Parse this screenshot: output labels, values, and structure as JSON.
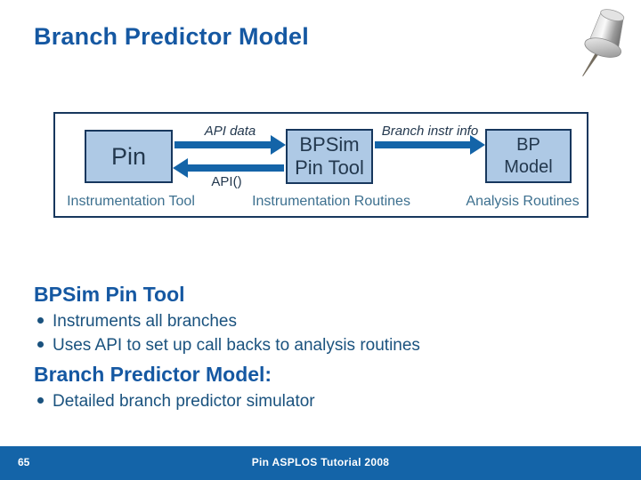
{
  "slide": {
    "title": "Branch Predictor Model"
  },
  "icons": {
    "pushpin": "silver pushpin (decorative slide clip-art, top right)"
  },
  "colors": {
    "title_blue": "#1558A2",
    "body_text_blue": "#1A527E",
    "diagram_border": "#17375D",
    "box_fill": "#AEC9E5",
    "box_text": "#23384E",
    "arrow_blue": "#1464A8",
    "row_label_blue": "#3D708F",
    "footer_bar": "#1464A8",
    "footer_text": "#FFFFFF",
    "background": "#FFFFFF"
  },
  "diagram": {
    "boxes": [
      {
        "label": "Pin"
      },
      {
        "line1": "BPSim",
        "line2": "Pin Tool"
      },
      {
        "line1": "BP",
        "line2": "Model"
      }
    ],
    "arrow_labels": {
      "api_data": "API data",
      "api_call": "API()",
      "branch_instr": "Branch instr info"
    },
    "row_labels": [
      "Instrumentation Tool",
      "Instrumentation Routines",
      "Analysis Routines"
    ]
  },
  "sections": [
    {
      "heading": "BPSim Pin Tool",
      "bullets": [
        "Instruments all branches",
        "Uses API to set up call backs to analysis routines"
      ]
    },
    {
      "heading": "Branch Predictor Model:",
      "bullets": [
        "Detailed branch predictor simulator"
      ]
    }
  ],
  "footer": {
    "page_number": "65",
    "label": "Pin ASPLOS Tutorial 2008"
  }
}
